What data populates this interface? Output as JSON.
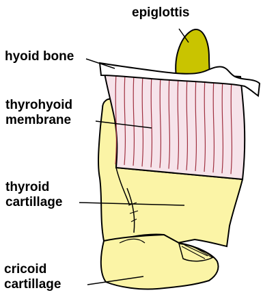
{
  "labels": {
    "epiglottis": "epiglottis",
    "hyoid_bone": "hyoid bone",
    "thyrohyoid_membrane": [
      "thyrohyoid",
      "membrane"
    ],
    "thyroid_cartilage": [
      "thyroid",
      "cartillage"
    ],
    "cricoid_cartilage": [
      "cricoid",
      "cartillage"
    ]
  },
  "colors": {
    "epiglottis": "#c9c400",
    "cartilage": "#fbf4a6",
    "membrane": "#f6e3ea",
    "membrane_lines": "#a03040",
    "bone": "#ffffff",
    "outline": "#000000"
  }
}
